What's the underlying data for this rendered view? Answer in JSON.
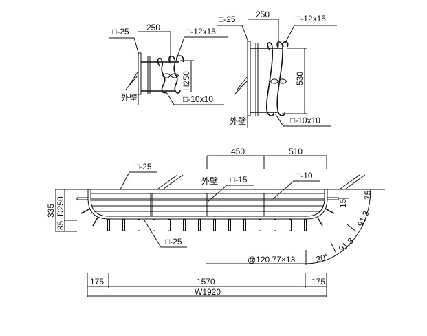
{
  "side_view_small": {
    "frame_label": "□-25",
    "depth_dim": "250",
    "scroll_label": "□-12x15",
    "height_dim": "H250",
    "wall_label": "外壁",
    "bar_label": "□-10x10"
  },
  "side_view_large": {
    "frame_label": "□-25",
    "depth_dim": "250",
    "scroll_label": "□-12x15",
    "height_dim": "530",
    "wall_label": "外壁",
    "bar_label": "□-10x10"
  },
  "plan_view": {
    "dim_450": "450",
    "dim_510": "510",
    "frame_top_label": "□-25",
    "wall_label": "外壁",
    "rail_label": "□-15",
    "bar_label": "□-10",
    "frame_bottom_label": "□-25",
    "dim_total_depth": "335",
    "dim_depth": "D250",
    "dim_85": "85",
    "dim_15": "15",
    "dim_75": "75",
    "arc_dim_1": "91.3",
    "arc_dim_2": "91.3",
    "angle": "30°",
    "pitch": "@120.77×13",
    "dim_left": "175",
    "dim_center": "1570",
    "dim_right": "175",
    "width": "W1920"
  }
}
